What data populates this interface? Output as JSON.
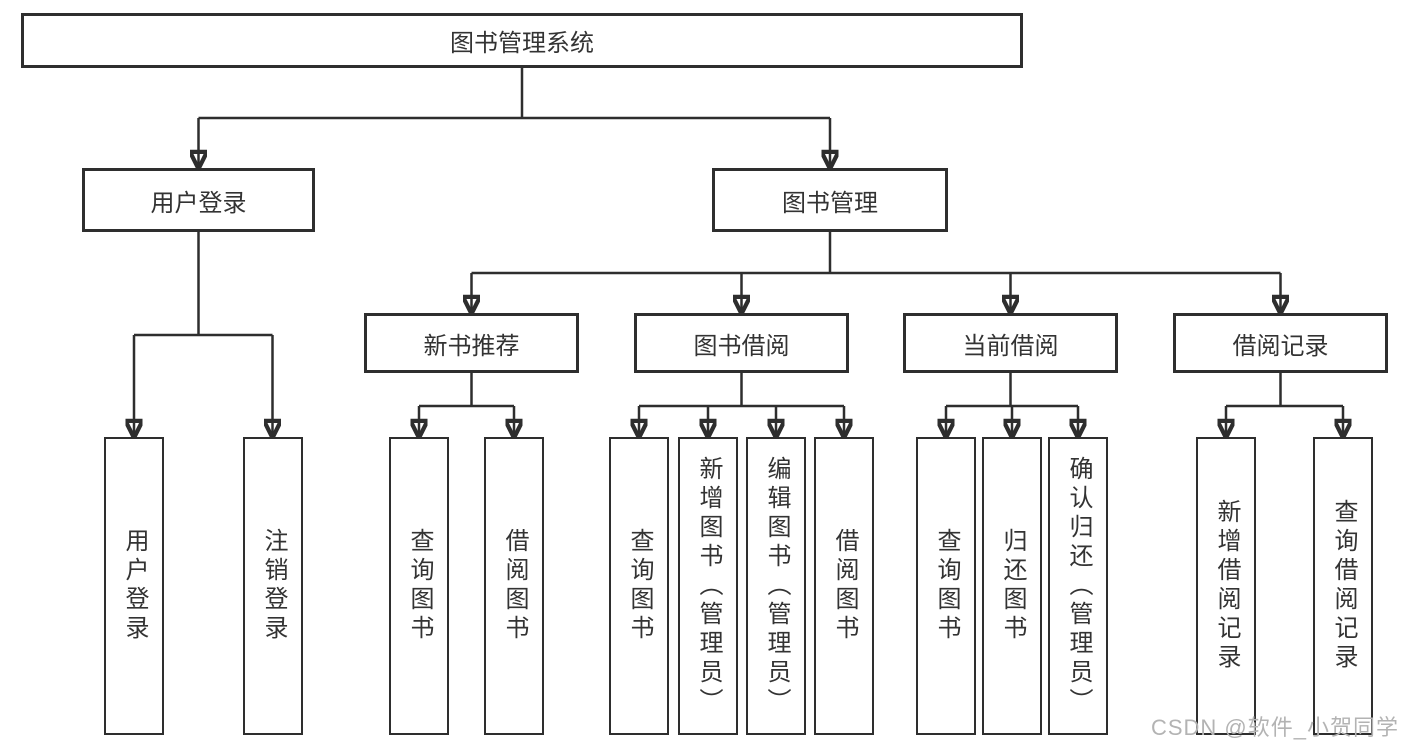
{
  "tree": {
    "root": {
      "label": "图书管理系统",
      "children": [
        {
          "label": "用户登录",
          "children": [
            {
              "label": "用户登录"
            },
            {
              "label": "注销登录"
            }
          ]
        },
        {
          "label": "图书管理",
          "children": [
            {
              "label": "新书推荐",
              "children": [
                {
                  "label": "查询图书"
                },
                {
                  "label": "借阅图书"
                }
              ]
            },
            {
              "label": "图书借阅",
              "children": [
                {
                  "label": "查询图书"
                },
                {
                  "label": "新增图书（管理员）"
                },
                {
                  "label": "编辑图书（管理员）"
                },
                {
                  "label": "借阅图书"
                }
              ]
            },
            {
              "label": "当前借阅",
              "children": [
                {
                  "label": "查询图书"
                },
                {
                  "label": "归还图书"
                },
                {
                  "label": "确认归还（管理员）"
                }
              ]
            },
            {
              "label": "借阅记录",
              "children": [
                {
                  "label": "新增借阅记录"
                },
                {
                  "label": "查询借阅记录"
                }
              ]
            }
          ]
        }
      ]
    }
  },
  "watermark": {
    "text": "CSDN @软件_小贺同学"
  },
  "colors": {
    "line": "#2e2e2e",
    "box_border": "#2e2e2e",
    "text": "#333333",
    "watermark": "#b3b3b3",
    "background": "#ffffff"
  }
}
